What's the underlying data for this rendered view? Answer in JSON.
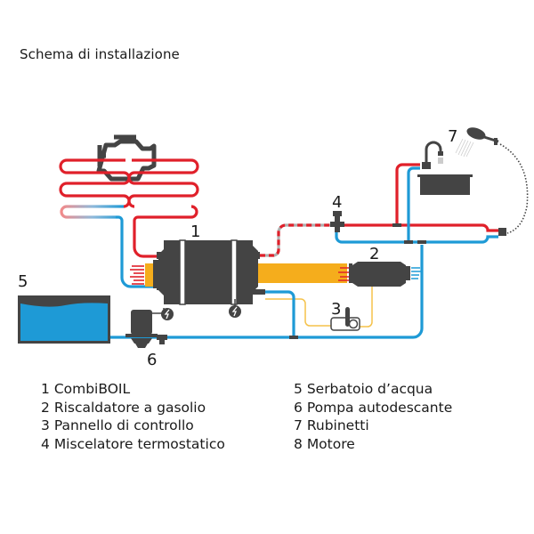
{
  "title": "Schema di installazione",
  "colors": {
    "hot": "#e0202a",
    "cold": "#1e9ad6",
    "exhaust": "#f5ad1c",
    "control": "#f5c24a",
    "device": "#444444",
    "dashed_gap": "#b0b0b0",
    "water": "#1e9ad6"
  },
  "labels": {
    "n1": "1",
    "n2": "2",
    "n3": "3",
    "n4": "4",
    "n5": "5",
    "n6": "6",
    "n7": "7"
  },
  "legend": {
    "left": [
      {
        "number": "1",
        "text": "CombiBOIL"
      },
      {
        "number": "2",
        "text": "Riscaldatore a gasolio"
      },
      {
        "number": "3",
        "text": "Pannello di controllo"
      },
      {
        "number": "4",
        "text": "Miscelatore termostatico"
      }
    ],
    "right": [
      {
        "number": "5",
        "text": "Serbatoio d’acqua"
      },
      {
        "number": "6",
        "text": "Pompa autodescante"
      },
      {
        "number": "7",
        "text": "Rubinetti"
      },
      {
        "number": "8",
        "text": "Motore"
      }
    ]
  }
}
